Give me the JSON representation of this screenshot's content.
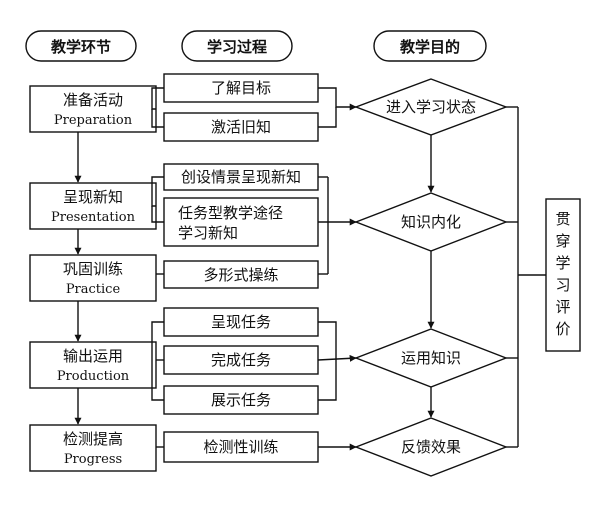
{
  "headers": {
    "stage": "教学环节",
    "process": "学习过程",
    "goal": "教学目的"
  },
  "stages": [
    {
      "zh": "准备活动",
      "en": "Preparation"
    },
    {
      "zh": "呈现新知",
      "en": "Presentation"
    },
    {
      "zh": "巩固训练",
      "en": "Practice"
    },
    {
      "zh": "输出运用",
      "en": "Production"
    },
    {
      "zh": "检测提高",
      "en": "Progress"
    }
  ],
  "processes": [
    {
      "line1": "了解目标",
      "line2": ""
    },
    {
      "line1": "激活旧知",
      "line2": ""
    },
    {
      "line1": "创设情景呈现新知",
      "line2": ""
    },
    {
      "line1": "任务型教学途径",
      "line2": "学习新知"
    },
    {
      "line1": "多形式操练",
      "line2": ""
    },
    {
      "line1": "呈现任务",
      "line2": ""
    },
    {
      "line1": "完成任务",
      "line2": ""
    },
    {
      "line1": "展示任务",
      "line2": ""
    },
    {
      "line1": "检测性训练",
      "line2": ""
    }
  ],
  "goals": [
    "进入学习状态",
    "知识内化",
    "运用知识",
    "反馈效果"
  ],
  "evaluation": [
    "贯",
    "穿",
    "学",
    "习",
    "评",
    "价"
  ]
}
